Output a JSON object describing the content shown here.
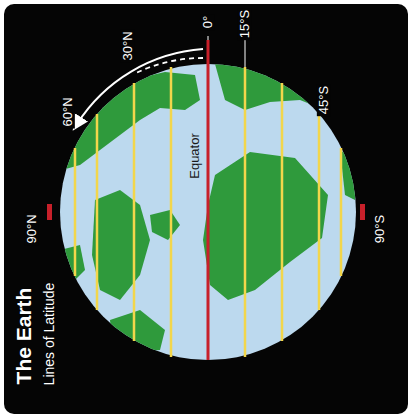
{
  "diagram": {
    "title": "The Earth",
    "labels": [
      "Lines of Latitude",
      "0°",
      "15°S",
      "30°N",
      "60°N",
      "45°S",
      "90°N",
      "90°S",
      "Equator"
    ]
  }
}
